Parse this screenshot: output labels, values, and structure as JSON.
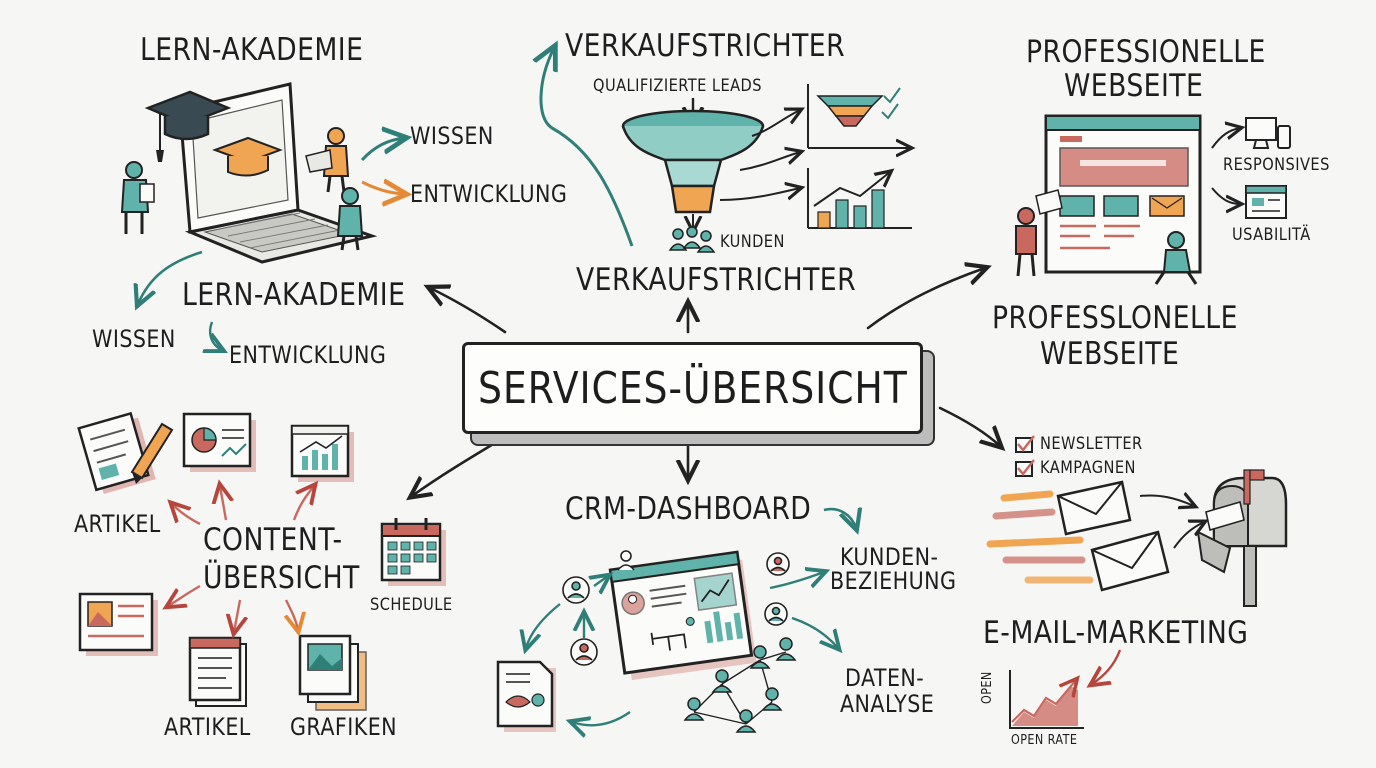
{
  "center": {
    "title": "SERVICES-ÜBERSICHT"
  },
  "academy": {
    "title_top": "LERN-AKADEMIE",
    "wissen_top": "WISSEN",
    "entwicklung_top": "ENTWICKLUNG",
    "title_bottom": "LERN-AKADEMIE",
    "wissen_bottom": "WISSEN",
    "entwicklung_bottom": "ENTWICKLUNG"
  },
  "funnel": {
    "title_top": "VERKAUFSTRICHTER",
    "leads": "QUALIFIZIERTE LEADS",
    "kunden": "KUNDEN",
    "title_bottom": "VERKAUFSTRICHTER"
  },
  "website": {
    "title_top_line1": "PROFESSIONELLE",
    "title_top_line2": "WEBSEITE",
    "responsive": "RESPONSIVES",
    "usability": "USABILITÄ",
    "title_bottom_line1": "PROFESSLONELLE",
    "title_bottom_line2": "WEBSEITE"
  },
  "content": {
    "title_line1": "CONTENT-",
    "title_line2": "ÜBERSICHT",
    "artikel_left": "ARTIKEL",
    "artikel_bottom": "ARTIKEL",
    "grafiken": "GRAFIKEN",
    "schedule": "SCHEDULE"
  },
  "crm": {
    "title": "CRM-DASHBOARD",
    "kunden_line1": "KUNDEN-",
    "kunden_line2": "BEZIEHUNG",
    "daten_line1": "DATEN-",
    "daten_line2": "ANALYSE"
  },
  "email": {
    "newsletter": "NEWSLETTER",
    "kampagnen": "KAMPAGNEN",
    "title": "E-MAIL-MARKETING",
    "chart_y": "OPEN",
    "chart_x": "OPEN RATE"
  },
  "colors": {
    "teal": "#5fb3aa",
    "teal_dark": "#2f7f78",
    "orange": "#f0a553",
    "red": "#c8685f",
    "ink": "#1d1d1d",
    "paper": "#fdfdfb"
  }
}
